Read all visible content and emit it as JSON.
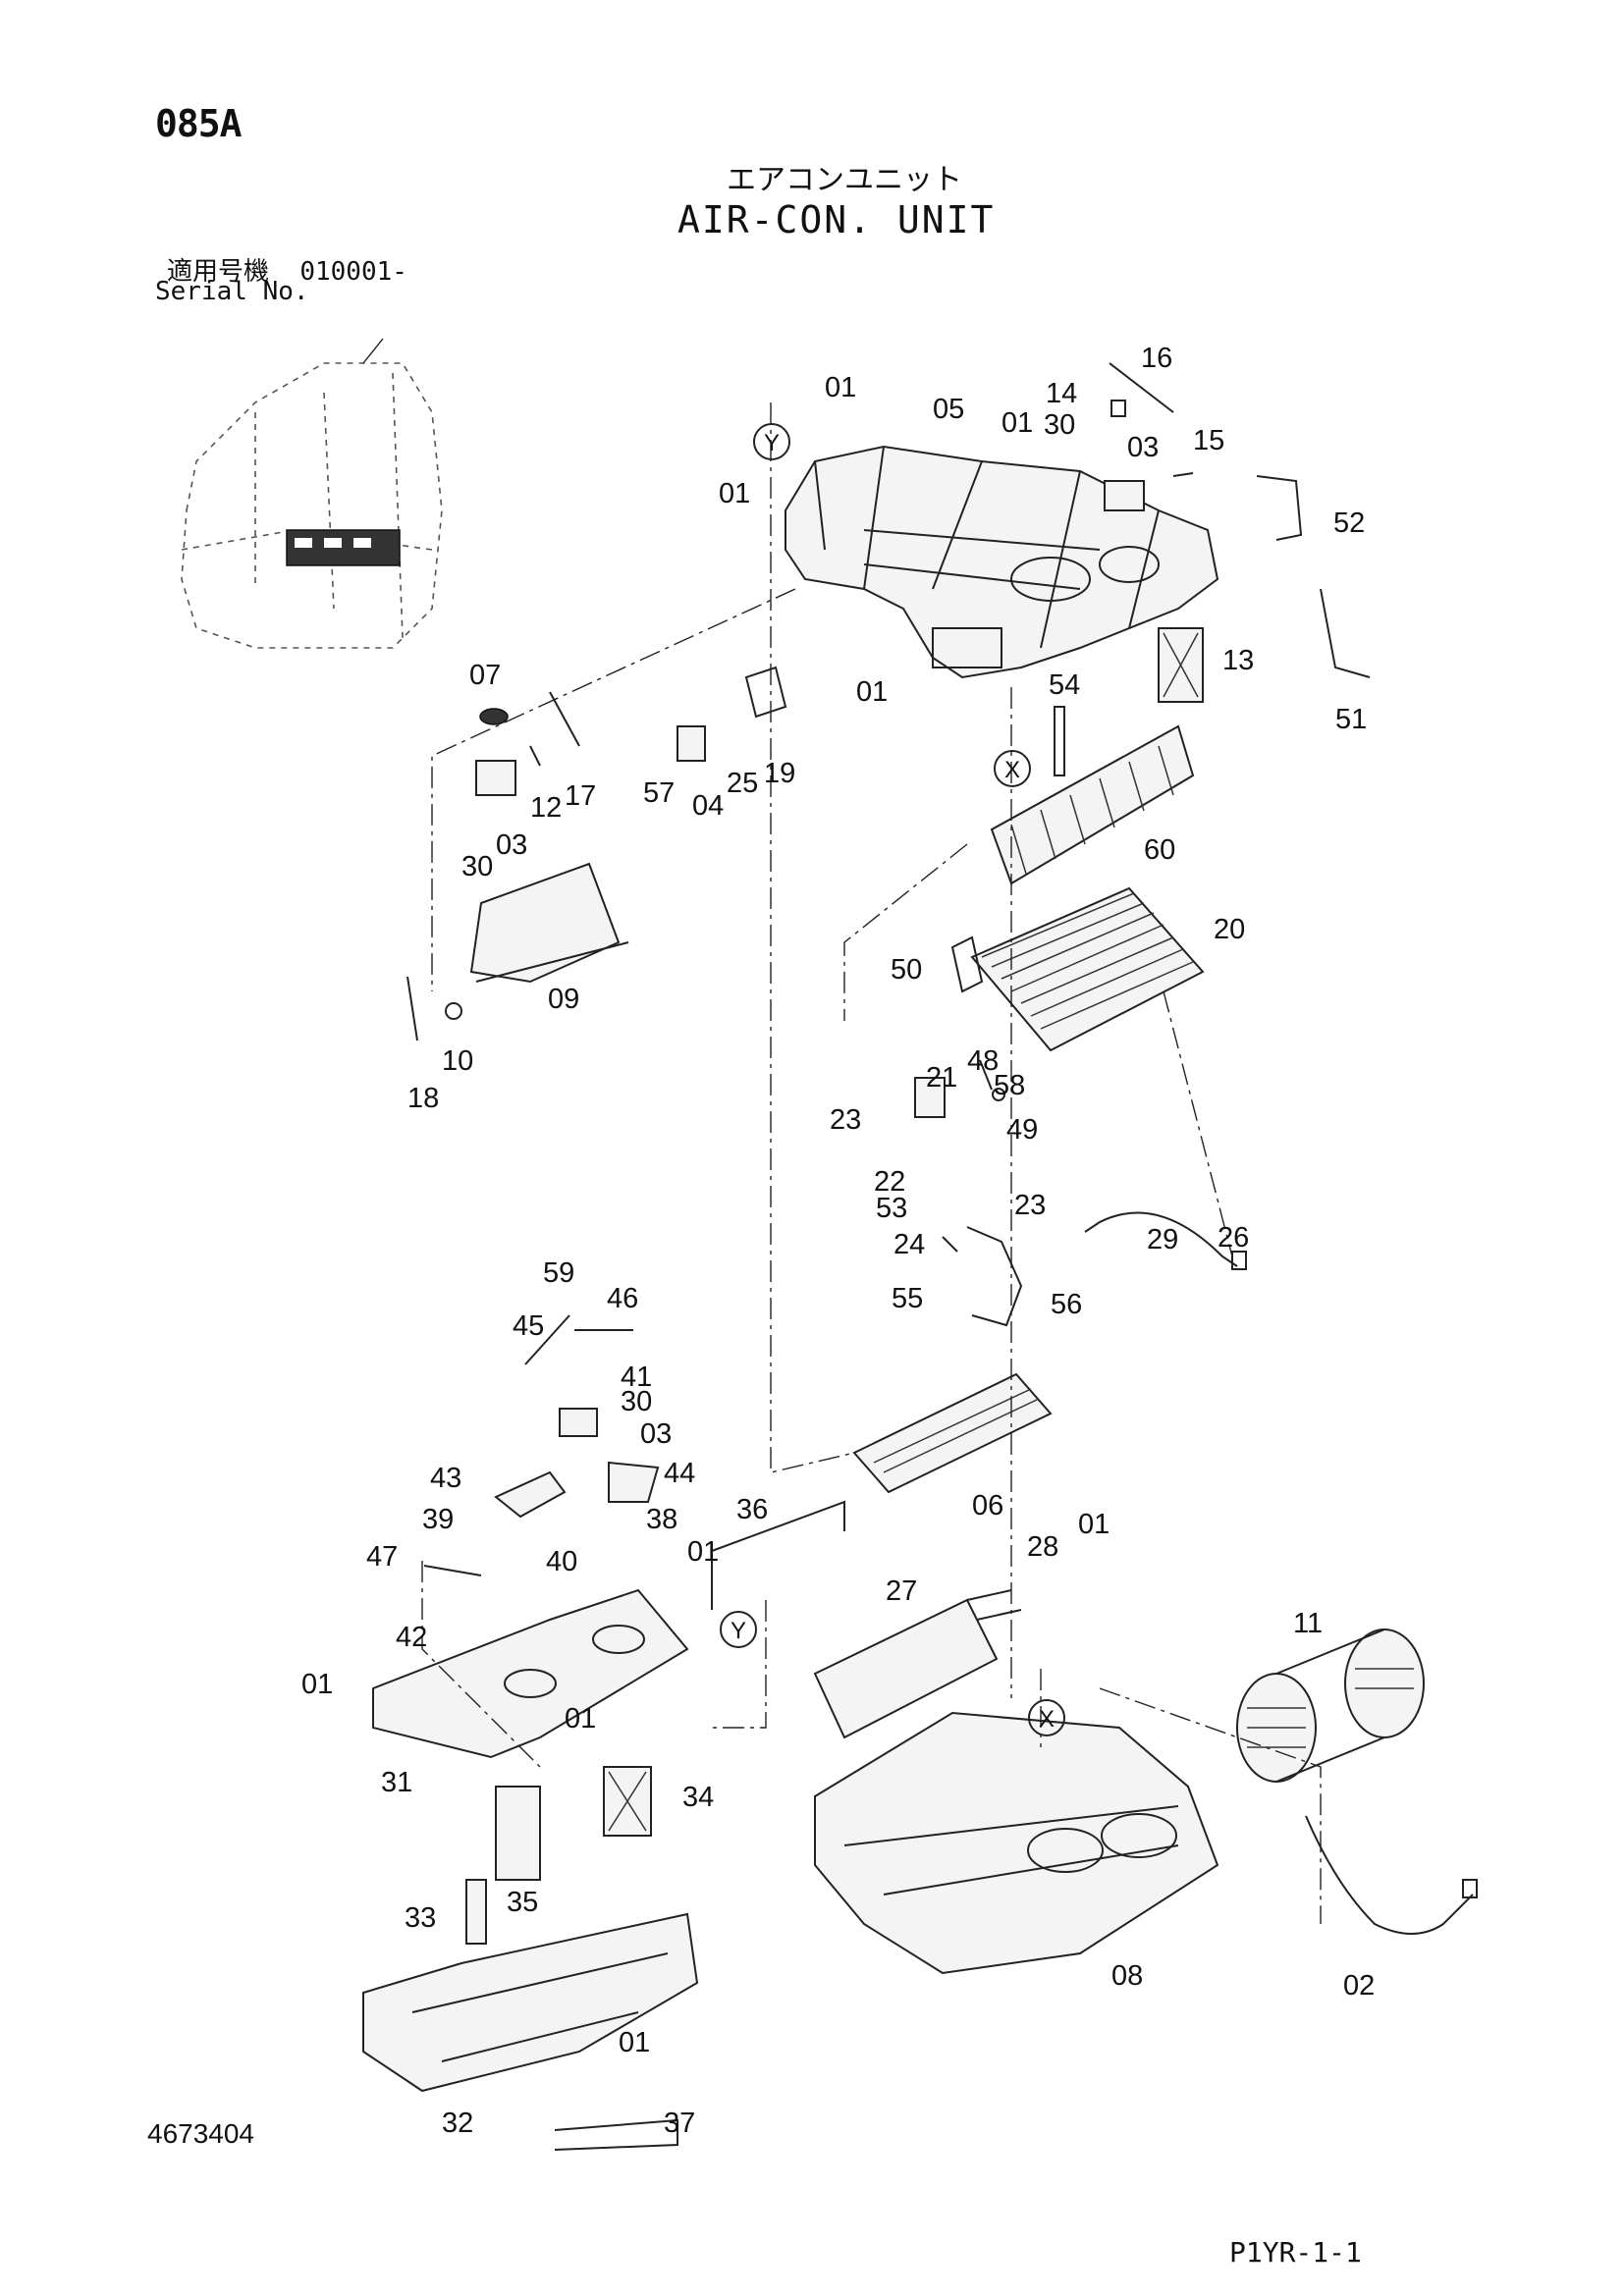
{
  "page_code": "085A",
  "title_jp": "エアコンユニット",
  "title_en": "AIR-CON. UNIT",
  "serial_label_jp": "適用号機",
  "serial_range": "010001-",
  "serial_label_en": "Serial No.",
  "document_number": "4673404",
  "page_reference": "P1YR-1-1",
  "reference_letters": [
    "Y",
    "X",
    "Y",
    "X"
  ],
  "callouts": [
    "01",
    "05",
    "16",
    "14",
    "30",
    "01",
    "03",
    "15",
    "52",
    "01",
    "13",
    "51",
    "07",
    "17",
    "12",
    "03",
    "30",
    "57",
    "04",
    "25",
    "19",
    "01",
    "54",
    "60",
    "20",
    "50",
    "09",
    "10",
    "18",
    "21",
    "48",
    "58",
    "23",
    "49",
    "22",
    "23",
    "53",
    "24",
    "29",
    "26",
    "55",
    "56",
    "59",
    "46",
    "45",
    "41",
    "30",
    "03",
    "43",
    "44",
    "06",
    "39",
    "38",
    "36",
    "01",
    "47",
    "40",
    "28",
    "01",
    "27",
    "42",
    "01",
    "31",
    "01",
    "11",
    "34",
    "33",
    "35",
    "08",
    "02",
    "01",
    "32",
    "37"
  ]
}
